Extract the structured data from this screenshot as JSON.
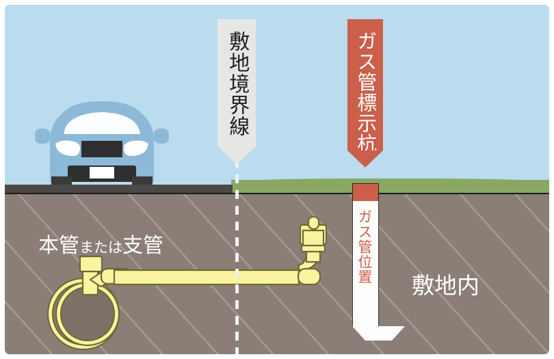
{
  "diagram": {
    "title": "gas-service-pipe-cross-section",
    "sky_color": "#bbdcee",
    "soil_color": "#8a7e76",
    "grass_color": "#8aa863",
    "road_color": "#4c4a49",
    "pipe_color": "#faf39f",
    "accent_red": "#cb5f4a"
  },
  "banners": {
    "boundary": {
      "label": "敷地境界線",
      "background": "#e6e6e4",
      "text_color": "#231f20"
    },
    "marker_post": {
      "label": "ガス管標示杭",
      "background": "#cb5f4a",
      "text_color": "#ffffff"
    }
  },
  "post": {
    "label": "ガス管位置",
    "cap_color": "#cb5f4a",
    "body_color": "#fdfdfd",
    "text_color": "#cb5f4a"
  },
  "ground_labels": {
    "main_pipe": {
      "lead": "本管",
      "conjunction": "または",
      "trail": "支管"
    },
    "site": "敷地内"
  },
  "scene_objects": {
    "vehicle": "car-front-view",
    "road": "road-surface",
    "grass": "grass-strip",
    "boundary_line": "property-boundary-dashed-line",
    "pipe_run": "buried-gas-service-pipe",
    "main_pipe_ring": "main-pipe-cross-section",
    "riser": "gas-riser-valve"
  }
}
